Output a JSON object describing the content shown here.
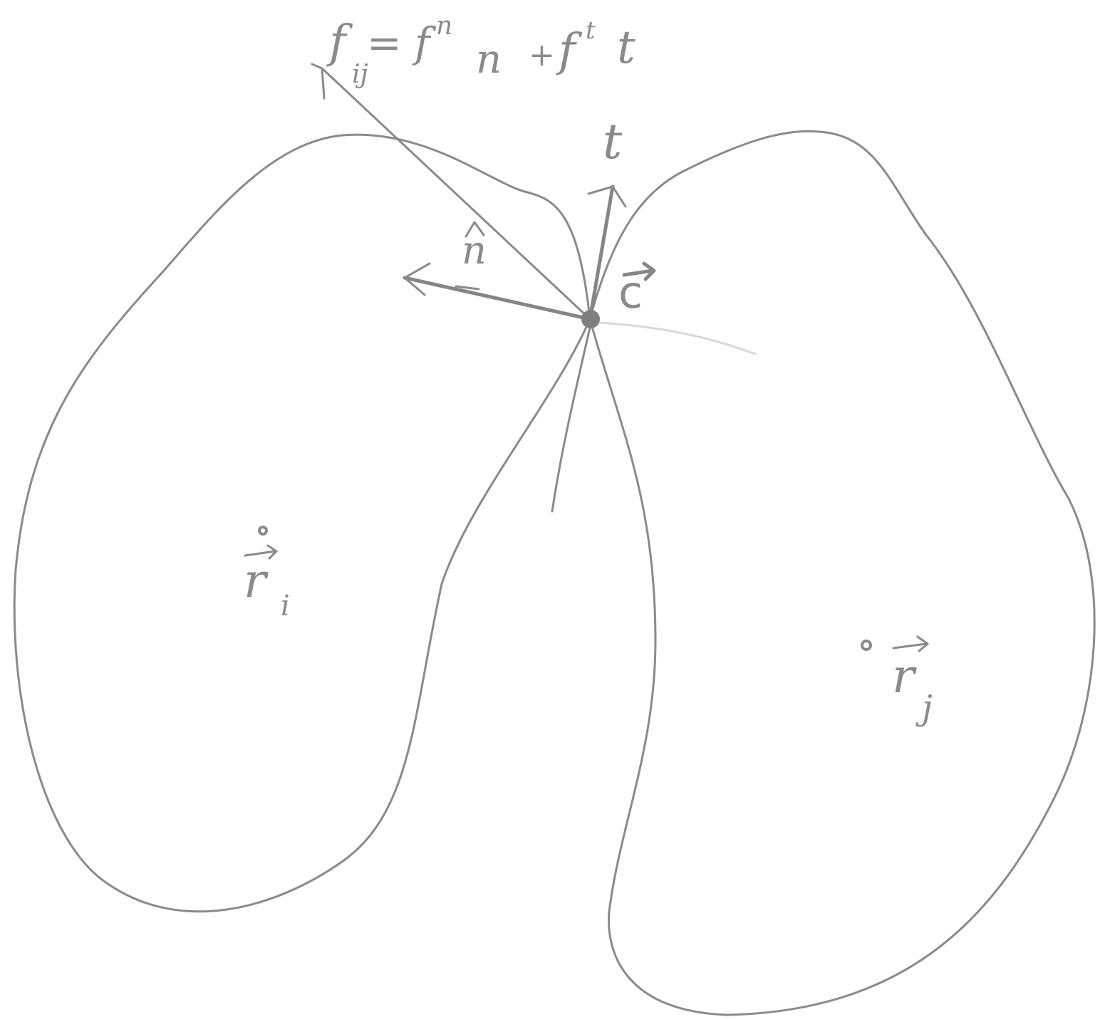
{
  "labels": {
    "force": "f",
    "force_sub": "ij",
    "eq_rhs": "= f",
    "eq_sup_n": "n",
    "eq_n": "n",
    "plus": "+",
    "eq_f2": "f",
    "eq_sup_t": "t",
    "eq_t": "t",
    "tangent": "t",
    "normal": "n",
    "contact": "c",
    "body_i": "r",
    "body_i_sub": "i",
    "body_j": "r",
    "body_j_sub": "j"
  },
  "colors": {
    "ink": "#8a8a8a",
    "faint": "#d8d8d8",
    "background": "#ffffff"
  }
}
